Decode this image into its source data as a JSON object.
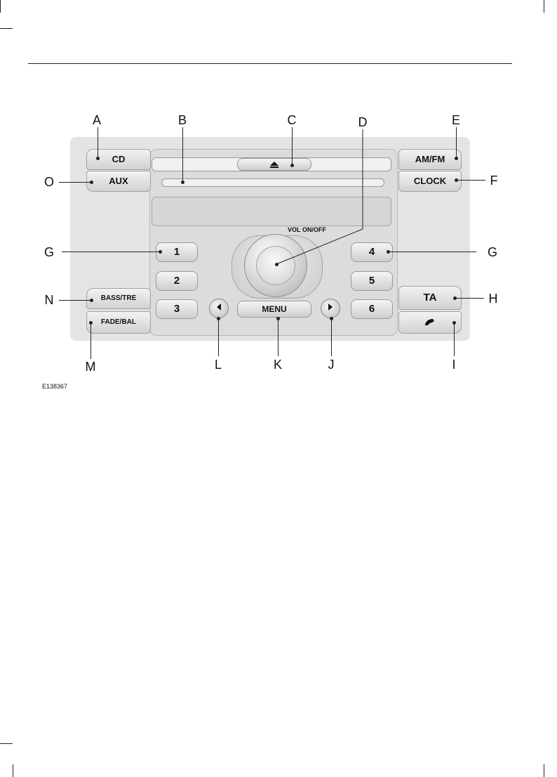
{
  "figure": {
    "callouts": {
      "A": "A",
      "B": "B",
      "C": "C",
      "D": "D",
      "E": "E",
      "F": "F",
      "G_left": "G",
      "G_right": "G",
      "H": "H",
      "I": "I",
      "J": "J",
      "K": "K",
      "L": "L",
      "M": "M",
      "N": "N",
      "O": "O"
    },
    "code": "E138367"
  },
  "radio": {
    "cd": "CD",
    "aux": "AUX",
    "amfm": "AM/FM",
    "clock": "CLOCK",
    "bass_treble": "BASS/TRE",
    "fade_balance": "FADE/BAL",
    "ta": "TA",
    "menu": "MENU",
    "vol": "VOL ON/OFF",
    "presets": [
      "1",
      "2",
      "3",
      "4",
      "5",
      "6"
    ],
    "icons": {
      "eject": "eject-icon",
      "phone": "phone-icon",
      "left": "seek-left-icon",
      "right": "seek-right-icon"
    }
  }
}
